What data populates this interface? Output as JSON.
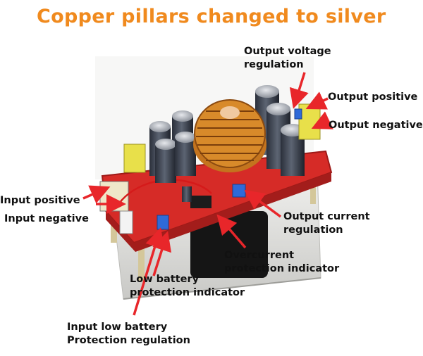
{
  "title": "Copper pillars changed to silver",
  "labels": {
    "output_voltage_regulation": [
      "Output voltage",
      "regulation"
    ],
    "output_positive": "Output  positive",
    "output_negative": "Output negative",
    "input_positive": "Input positive",
    "input_negative": "Input negative",
    "output_current_regulation": [
      "Output current",
      "regulation"
    ],
    "overcurrent_protection_indicator": [
      "Overcurrent",
      "protection indicator"
    ],
    "low_battery_protection_indicator": [
      "Low battery",
      "protection indicator"
    ],
    "input_low_battery_protection_regulation": [
      "Input low battery",
      "Protection regulation"
    ]
  },
  "colors": {
    "title": "#f08a1e",
    "arrow": "#e8262a",
    "pcb": "#d62b27",
    "heatsink": "#d9d9d6"
  }
}
